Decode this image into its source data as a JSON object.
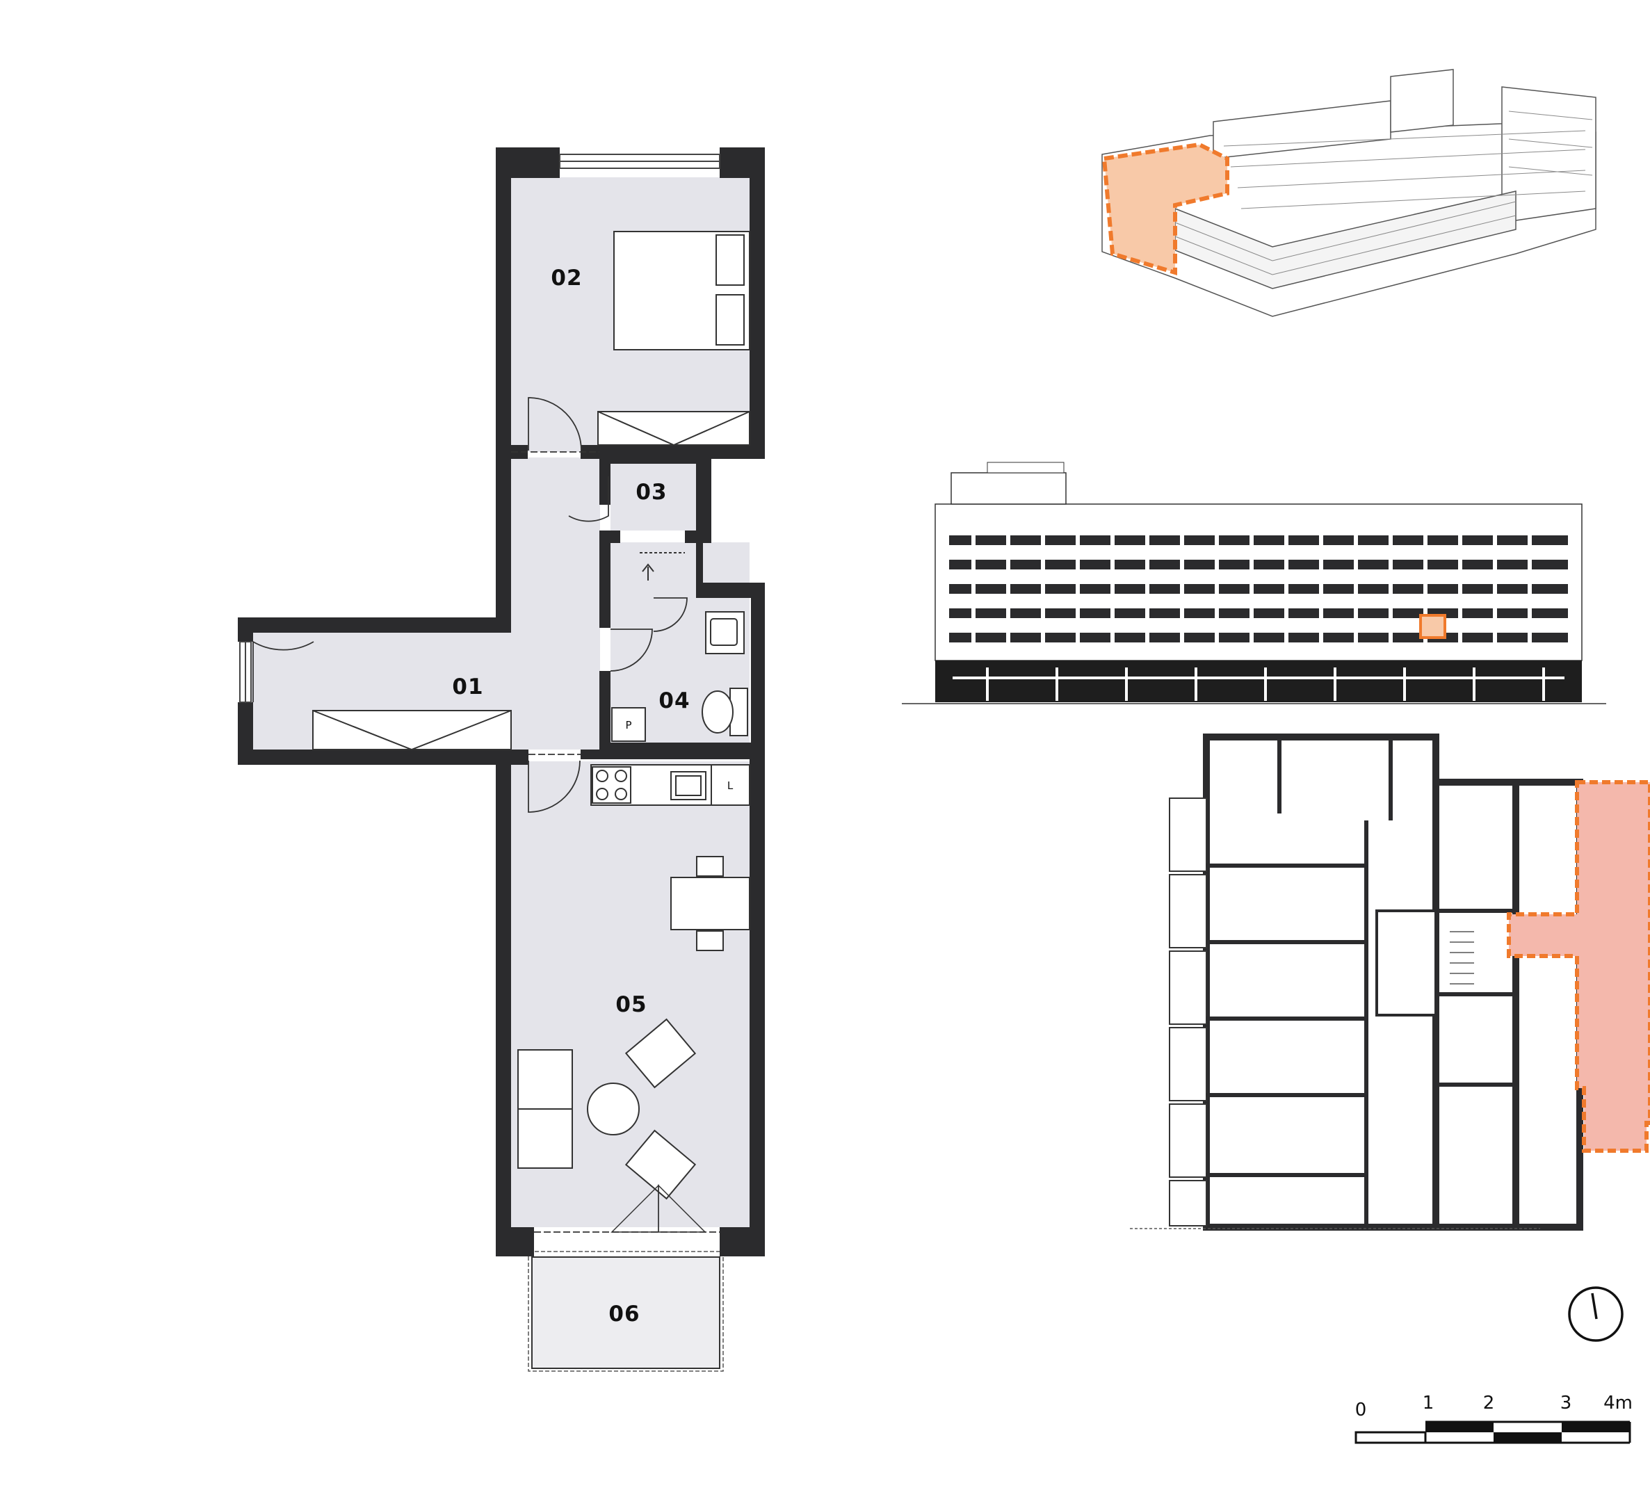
{
  "floor_plan": {
    "rooms": [
      {
        "id": "01",
        "label": "01"
      },
      {
        "id": "02",
        "label": "02"
      },
      {
        "id": "03",
        "label": "03"
      },
      {
        "id": "04",
        "label": "04"
      },
      {
        "id": "05",
        "label": "05"
      },
      {
        "id": "06",
        "label": "06"
      }
    ],
    "fixture_labels": {
      "p": "P",
      "l": "L"
    }
  },
  "scale_bar": {
    "ticks": [
      "0",
      "1",
      "2",
      "3",
      "4m"
    ]
  },
  "colors": {
    "wall": "#2b2b2d",
    "room_fill": "#e4e4ea",
    "balcony_fill": "#ededf0",
    "highlight_orange": "#f07a2c",
    "highlight_fill": "#f4b8ac",
    "line": "#333333"
  },
  "icons": {
    "north": "north-arrow-icon"
  }
}
